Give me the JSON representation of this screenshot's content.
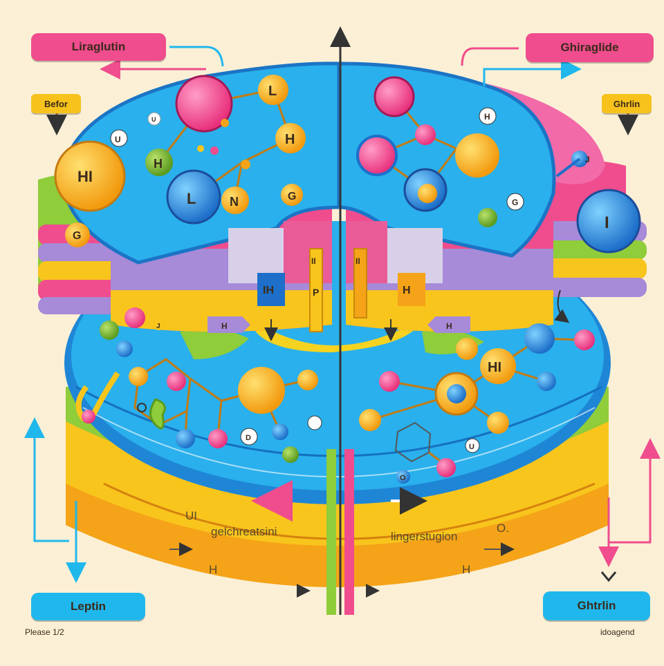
{
  "labels": {
    "top_left": "Liraglutin",
    "top_right": "Ghiraglide",
    "bottom_left": "Leptin",
    "bottom_right": "Ghtrlin",
    "before": "Befor",
    "ghrlin": "Ghrlin"
  },
  "footer": {
    "left": "Please 1/2",
    "right": "idoagend"
  },
  "band_text": {
    "left_ui": "UI",
    "left": "gelchreatsini",
    "right": "lingerstugion",
    "right_o": "O.",
    "left_num": "H",
    "right_num": "H"
  },
  "molecules": {
    "L1": "L",
    "H1": "H",
    "H2": "H",
    "L2": "L",
    "N1": "N",
    "G1": "G",
    "HI_left": "HI",
    "G_left": "G",
    "U_left": "U",
    "U_top": "U",
    "H_small_right": "H",
    "J_right": "J",
    "G_right": "G",
    "I_right": "I",
    "HI_right": "HI",
    "U_bottom": "U",
    "O_bottom": "O",
    "D_left": "D",
    "J_left": "J"
  },
  "channels": {
    "left_box": "IH",
    "left_bar": "II",
    "left_p": "P",
    "right_bar": "II",
    "right_box": "H",
    "left_tab": "H",
    "right_tab": "H"
  },
  "colors": {
    "disk_blue": "#2ab0ec",
    "pink": "#ef4d8d",
    "yellow": "#f8c51d",
    "orange": "#f5a318",
    "green": "#8fcd3a",
    "purple": "#a78ad8",
    "background": "#fbf0d6"
  }
}
